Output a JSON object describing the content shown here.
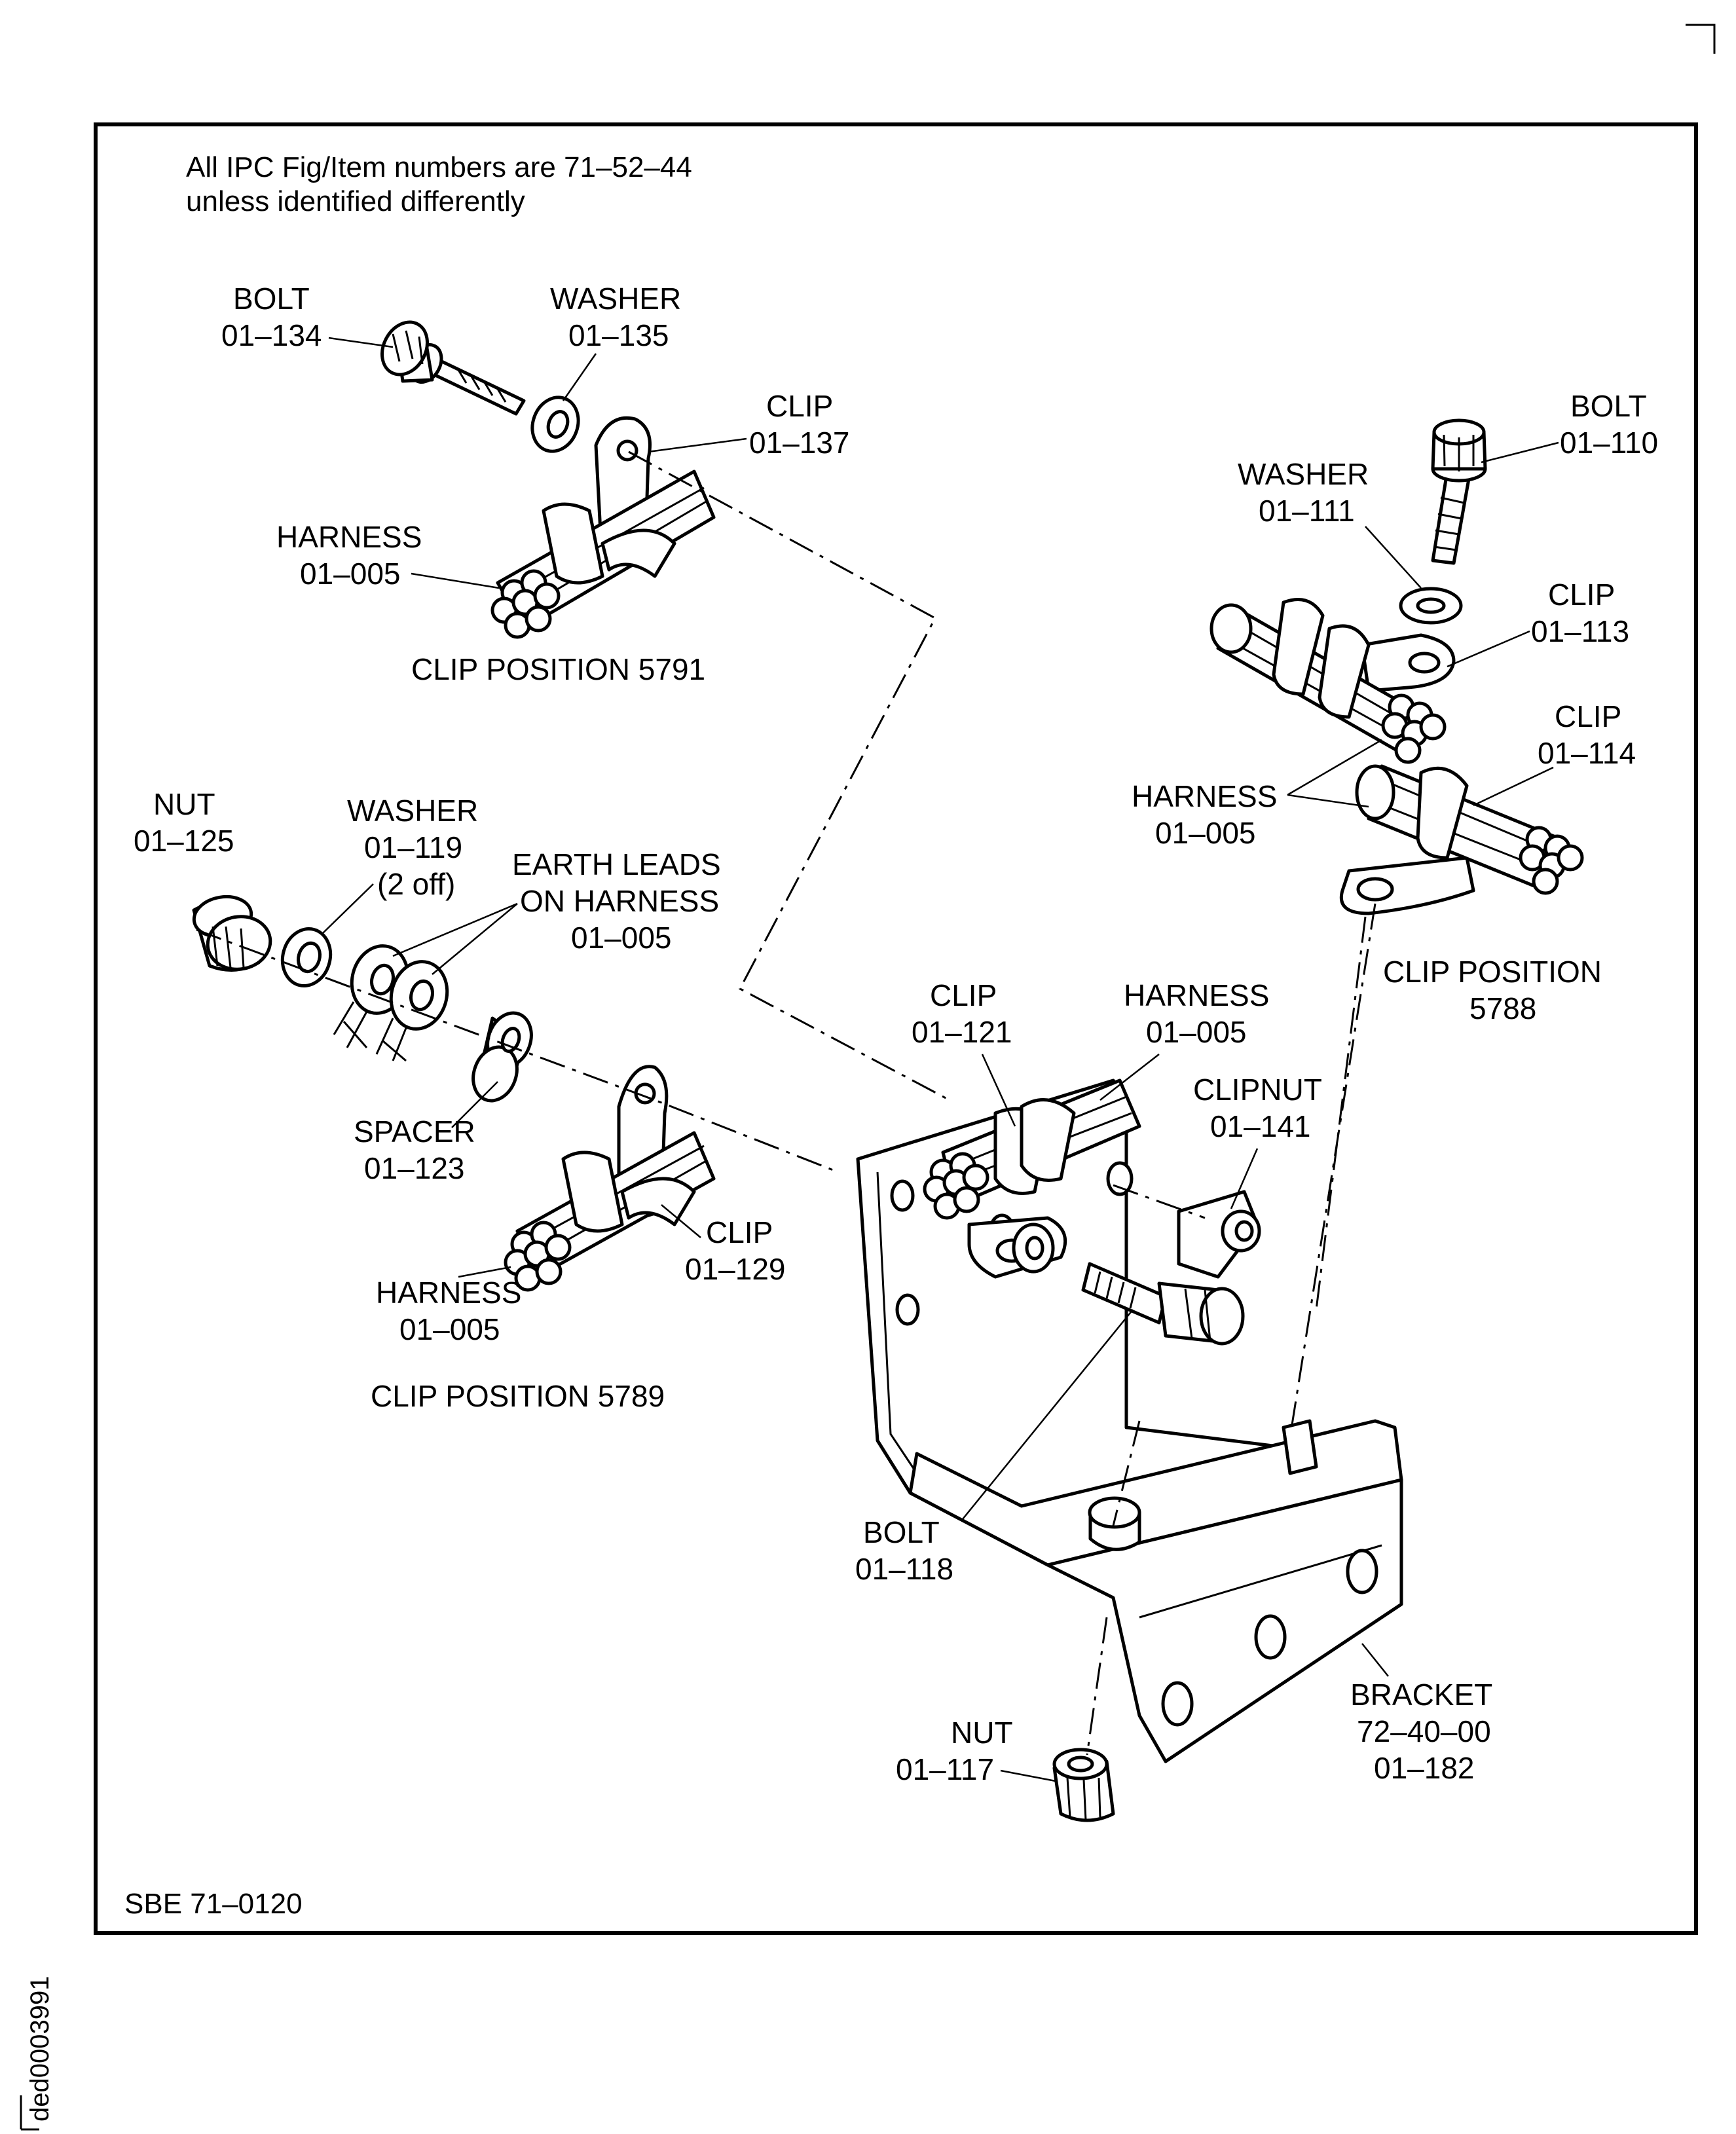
{
  "note": {
    "line1": "All IPC Fig/Item numbers are 71–52–44",
    "line2": "unless identified differently"
  },
  "reference": "SBE 71–0120",
  "side_code": "ded0003991",
  "positions": {
    "p5791": "CLIP POSITION 5791",
    "p5789": "CLIP POSITION 5789",
    "p5788_line1": "CLIP POSITION",
    "p5788_line2": "5788"
  },
  "callouts": {
    "bolt_134": {
      "name": "BOLT",
      "num": "01–134"
    },
    "washer_135": {
      "name": "WASHER",
      "num": "01–135"
    },
    "clip_137": {
      "name": "CLIP",
      "num": "01–137"
    },
    "harness_5791": {
      "name": "HARNESS",
      "num": "01–005"
    },
    "bolt_110": {
      "name": "BOLT",
      "num": "01–110"
    },
    "washer_111": {
      "name": "WASHER",
      "num": "01–111"
    },
    "clip_113": {
      "name": "CLIP",
      "num": "01–113"
    },
    "clip_114": {
      "name": "CLIP",
      "num": "01–114"
    },
    "harness_5788": {
      "name": "HARNESS",
      "num": "01–005"
    },
    "nut_125": {
      "name": "NUT",
      "num": "01–125"
    },
    "washer_119": {
      "name": "WASHER",
      "num": "01–119",
      "qty": "(2 off)"
    },
    "earth_leads": {
      "line1": "EARTH LEADS",
      "line2": "ON HARNESS",
      "num": "01–005"
    },
    "spacer_123": {
      "name": "SPACER",
      "num": "01–123"
    },
    "clip_129": {
      "name": "CLIP",
      "num": "01–129"
    },
    "harness_5789": {
      "name": "HARNESS",
      "num": "01–005"
    },
    "clip_121": {
      "name": "CLIP",
      "num": "01–121"
    },
    "harness_main": {
      "name": "HARNESS",
      "num": "01–005"
    },
    "clipnut_141": {
      "name": "CLIPNUT",
      "num": "01–141"
    },
    "bolt_118": {
      "name": "BOLT",
      "num": "01–118"
    },
    "nut_117": {
      "name": "NUT",
      "num": "01–117"
    },
    "bracket_182": {
      "name": "BRACKET",
      "ata": "72–40–00",
      "num": "01–182"
    }
  }
}
